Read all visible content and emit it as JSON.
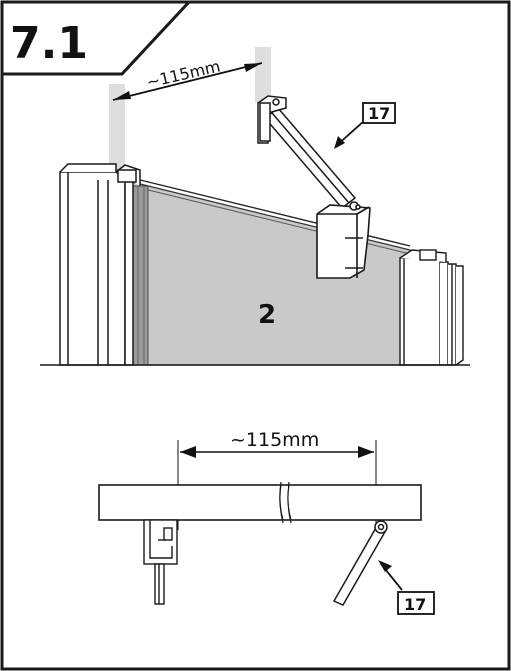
{
  "step_number": "7.1",
  "top_view": {
    "dimension_label": "~115mm",
    "panel_number": "2",
    "part_callout": "17"
  },
  "plan_view": {
    "dimension_label": "~115mm",
    "part_callout": "17"
  }
}
